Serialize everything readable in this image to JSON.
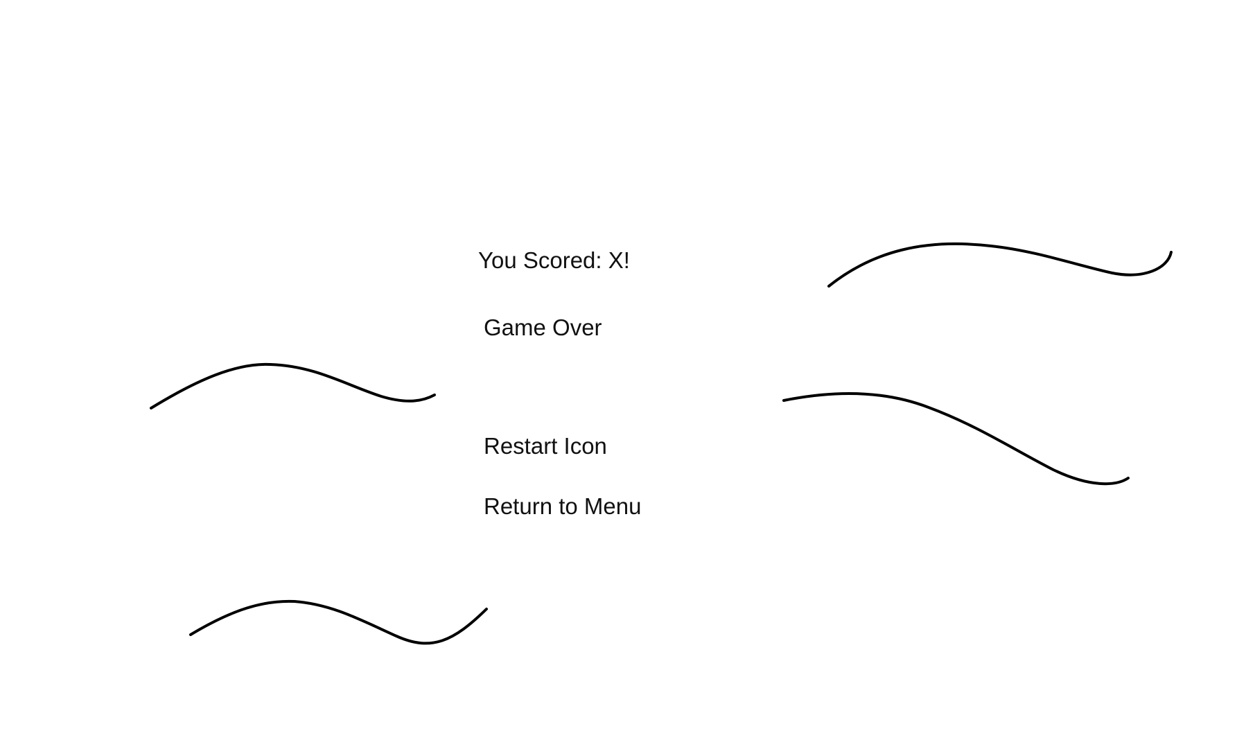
{
  "game_over_screen": {
    "score_text": "You Scored: X!",
    "title": "Game Over",
    "restart_label": "Restart Icon",
    "menu_label": "Return to Menu"
  }
}
